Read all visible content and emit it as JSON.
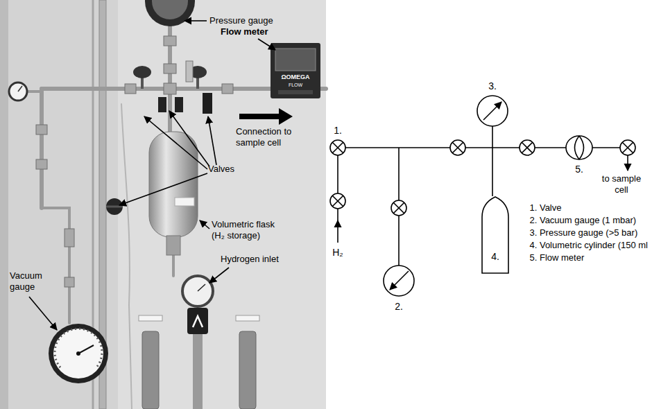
{
  "diagram": {
    "nodes": [
      {
        "text": [
          "4."
        ]
      }
    ],
    "labels": [
      "Pressure gauge",
      "Flow meter",
      "Connection to sample cell",
      "Valves",
      "Volumetric flask (H₂ storage)",
      "Vacuum gauge",
      "Hydrogen inlet",
      "ΩOMEGA",
      "FLOW",
      "1.",
      "2.",
      "3.",
      "5.",
      "H₂",
      "to sample cell",
      "1. Valve",
      "2. Vacuum gauge (1 mbar)",
      "3. Pressure gauge (>5 bar)",
      "4. Volumetric cylinder (150 ml",
      "5. Flow meter"
    ]
  }
}
